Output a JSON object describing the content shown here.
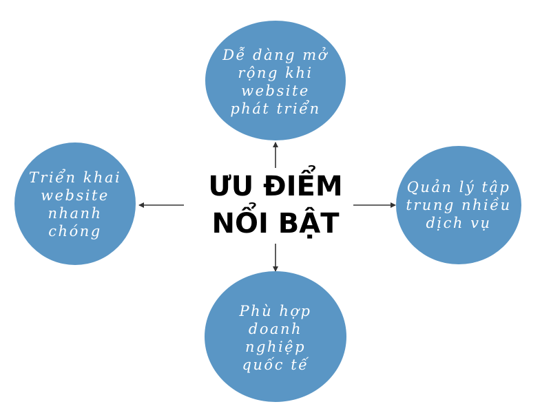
{
  "center_title": "ƯU ĐIỂM\nNỔI BẬT",
  "nodes": {
    "top": "Dễ dàng mở\nrộng khi\nwebsite\nphát triển",
    "left": "Triển khai\nwebsite\nnhanh\nchóng",
    "right": "Quản lý tập\ntrung nhiều\ndịch vụ",
    "bottom": "Phù hợp\ndoanh\nnghiệp\nquốc tế"
  },
  "colors": {
    "node": "#5a96c5",
    "arrow": "#333333",
    "title": "#000000"
  }
}
